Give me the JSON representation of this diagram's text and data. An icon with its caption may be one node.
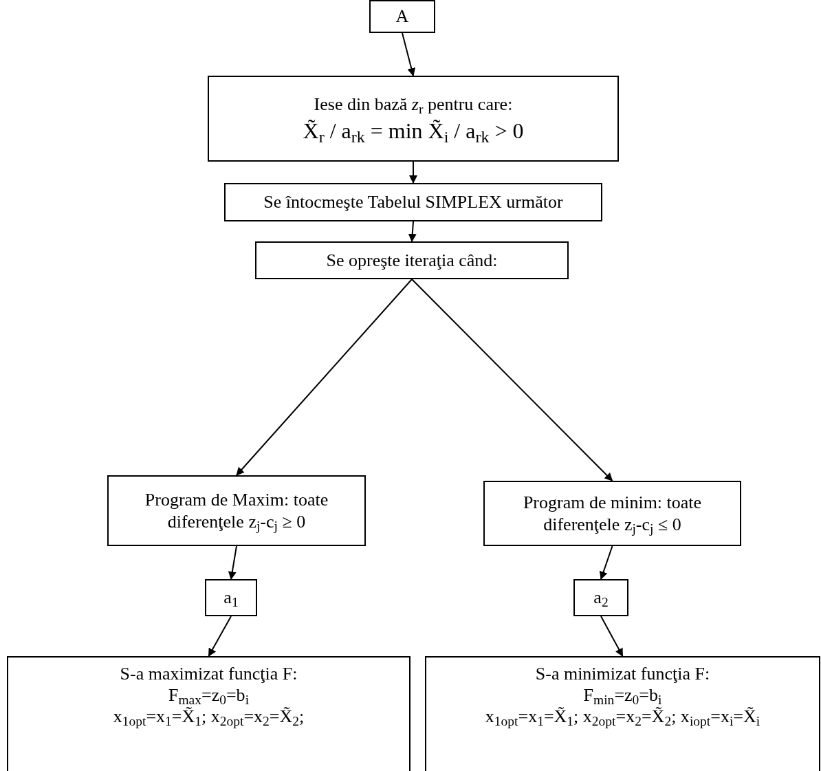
{
  "diagram": {
    "nodes": [
      {
        "text": [
          "A"
        ]
      },
      {
        "text": [
          "Iese din bază *z*$_{r}$ pentru care:",
          "X̃$_{r}$ / a$_{rk}$ = min X̃$_{i}$ / a$_{rk}$ > 0"
        ]
      },
      {
        "text": [
          "Se întocmeşte Tabelul SIMPLEX următor"
        ]
      },
      {
        "text": [
          "Se opreşte iteraţia când:"
        ]
      },
      {
        "text": [
          "Program de Maxim: toate diferenţele z$_{j}$-c$_{j}$ ≥ 0"
        ]
      },
      {
        "text": [
          "Program de minim: toate diferenţele z$_{j}$-c$_{j}$ ≤ 0"
        ]
      },
      {
        "text": [
          "a$_{1}$"
        ]
      },
      {
        "text": [
          "a$_{2}$"
        ]
      },
      {
        "text": [
          "S-a maximizat funcţia F:",
          "F$_{max}$=z$_{0}$=b$_{i}$",
          "x$_{1}$$_{opt}$=x$_{1}$=X̃$_{1}$; x$_{2}$$_{opt}$=x$_{2}$=X̃$_{2}$;"
        ]
      },
      {
        "text": [
          "S-a minimizat funcţia F:",
          "F$_{min}$=z$_{0}$=b$_{i}$",
          "x$_{1}$$_{opt}$=x$_{1}$=X̃$_{1}$; x$_{2}$$_{opt}$=x$_{2}$=X̃$_{2}$; x$_{i}$$_{opt}$=x$_{i}$=X̃$_{i}$"
        ]
      }
    ],
    "edges": [
      {
        "from": 0,
        "to": 1,
        "arrow": "to"
      },
      {
        "from": 1,
        "to": 2,
        "arrow": "to"
      },
      {
        "from": 2,
        "to": 3,
        "arrow": "to"
      },
      {
        "from": 3,
        "to": 4,
        "arrow": "to"
      },
      {
        "from": 3,
        "to": 5,
        "arrow": "to"
      },
      {
        "from": 4,
        "to": 6,
        "arrow": "to"
      },
      {
        "from": 5,
        "to": 7,
        "arrow": "to"
      },
      {
        "from": 6,
        "to": 8,
        "arrow": "to"
      },
      {
        "from": 7,
        "to": 9,
        "arrow": "to"
      }
    ]
  }
}
